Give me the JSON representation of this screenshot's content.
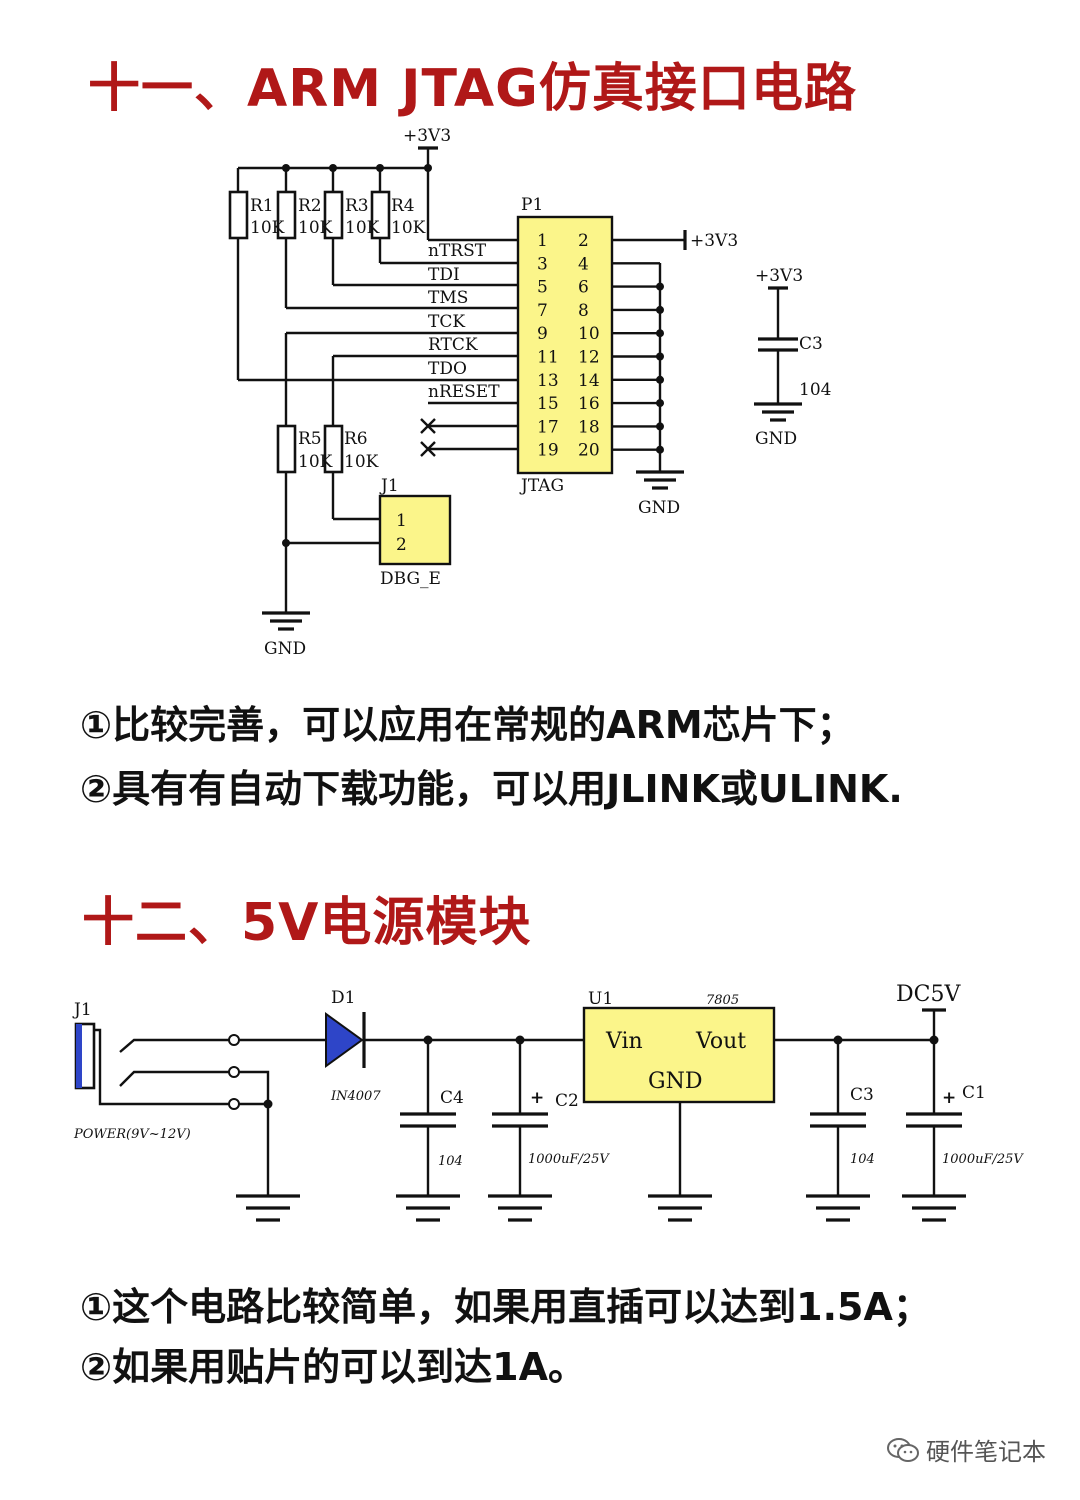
{
  "section1": {
    "title": "十一、ARM JTAG仿真接口电路",
    "notes": [
      "①比较完善，可以应用在常规的ARM芯片下；",
      "②具有有自动下载功能，可以用JLINK或ULINK."
    ],
    "supply": "+3V3",
    "resistors": [
      {
        "ref": "R1",
        "value": "10K"
      },
      {
        "ref": "R2",
        "value": "10K"
      },
      {
        "ref": "R3",
        "value": "10K"
      },
      {
        "ref": "R4",
        "value": "10K"
      },
      {
        "ref": "R5",
        "value": "10K"
      },
      {
        "ref": "R6",
        "value": "10K"
      }
    ],
    "connector": {
      "ref": "P1",
      "name": "JTAG",
      "pins": [
        [
          "1",
          "2"
        ],
        [
          "3",
          "4"
        ],
        [
          "5",
          "6"
        ],
        [
          "7",
          "8"
        ],
        [
          "9",
          "10"
        ],
        [
          "11",
          "12"
        ],
        [
          "13",
          "14"
        ],
        [
          "15",
          "16"
        ],
        [
          "17",
          "18"
        ],
        [
          "19",
          "20"
        ]
      ],
      "pin2_net": "+3V3"
    },
    "signals": [
      "nTRST",
      "TDI",
      "TMS",
      "TCK",
      "RTCK",
      "TDO",
      "nRESET"
    ],
    "gnd_label": "GND",
    "capacitor": {
      "ref": "C3",
      "value": "104",
      "supply": "+3V3",
      "gnd": "GND"
    },
    "debug_jumper": {
      "ref": "J1",
      "name": "DBG_E",
      "pins": [
        "1",
        "2"
      ]
    },
    "bottom_gnd": "GND"
  },
  "section2": {
    "title": "十二、5V电源模块",
    "notes": [
      "①这个电路比较简单，如果用直插可以达到1.5A；",
      "②如果用贴片的可以到达1A。"
    ],
    "jack": {
      "ref": "J1",
      "label": "POWER(9V~12V)"
    },
    "diode": {
      "ref": "D1",
      "part": "IN4007"
    },
    "regulator": {
      "ref": "U1",
      "part": "7805",
      "vin": "Vin",
      "vout": "Vout",
      "gnd": "GND"
    },
    "output": "DC5V",
    "caps": [
      {
        "ref": "C4",
        "value": "104"
      },
      {
        "ref": "C2",
        "value": "1000uF/25V",
        "polar": "+"
      },
      {
        "ref": "C3",
        "value": "104"
      },
      {
        "ref": "C1",
        "value": "1000uF/25V",
        "polar": "+"
      }
    ]
  },
  "watermark": {
    "text": "硬件笔记本",
    "icon": "wechat-icon"
  },
  "colors": {
    "title": "#b01818",
    "chip": "#fbf58a",
    "diode": "#2e45c8",
    "ink": "#111111"
  }
}
